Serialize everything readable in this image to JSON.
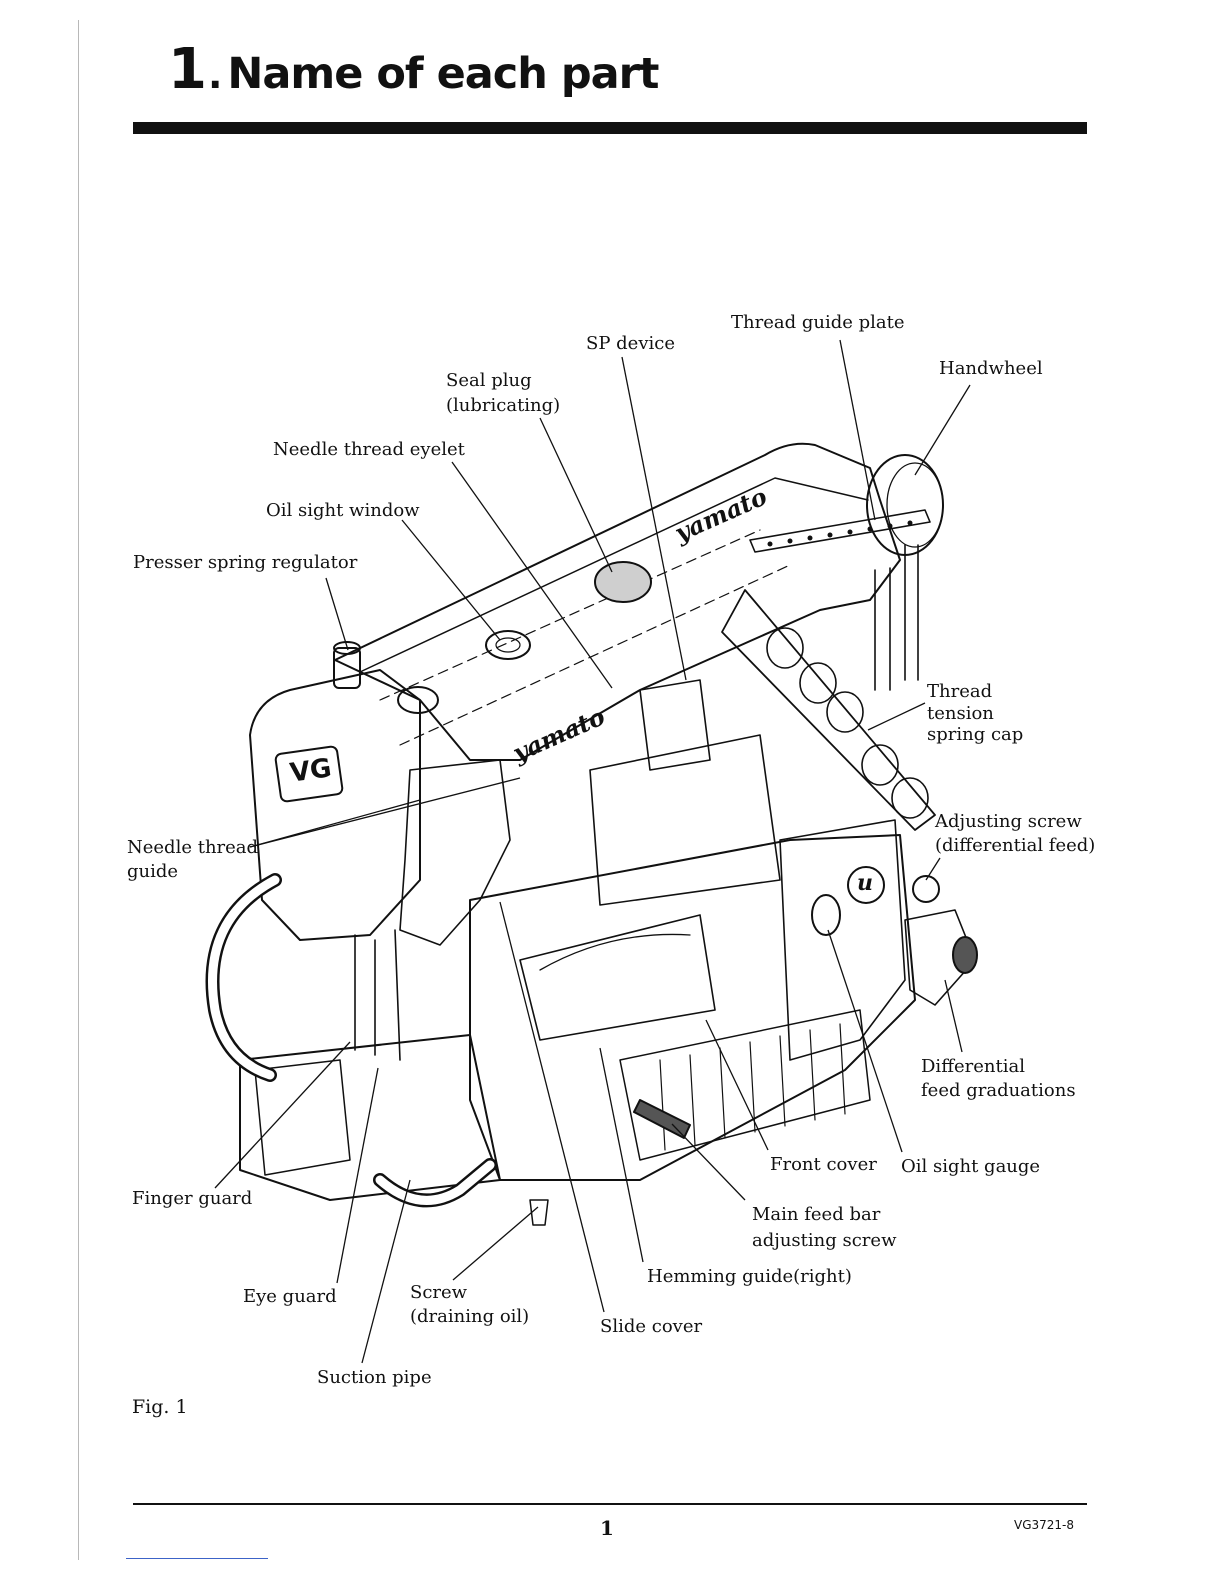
{
  "title": {
    "number": "1",
    "separator": ".",
    "text": "Name of each part"
  },
  "brand": {
    "badge": "VG",
    "logo": "yamato",
    "emblem": "u"
  },
  "labels": {
    "thread_guide_plate": "Thread guide plate",
    "sp_device": "SP device",
    "handwheel": "Handwheel",
    "seal_plug_1": "Seal plug",
    "seal_plug_2": "(lubricating)",
    "needle_thread_eyelet": "Needle thread eyelet",
    "oil_sight_window": "Oil sight window",
    "presser_spring_regulator": "Presser spring regulator",
    "thread_tension_1": "Thread",
    "thread_tension_2": "tension",
    "thread_tension_3": "spring cap",
    "adjusting_screw_1": "Adjusting screw",
    "adjusting_screw_2": "(differential feed)",
    "needle_thread_guide_1": "Needle thread",
    "needle_thread_guide_2": "guide",
    "differential_feed_1": "Differential",
    "differential_feed_2": "feed graduations",
    "front_cover": "Front cover",
    "oil_sight_gauge": "Oil sight gauge",
    "finger_guard": "Finger guard",
    "main_feed_bar_1": "Main feed bar",
    "main_feed_bar_2": "adjusting screw",
    "hemming_guide": "Hemming guide(right)",
    "eye_guard": "Eye guard",
    "screw_1": "Screw",
    "screw_2": "(draining oil)",
    "slide_cover": "Slide cover",
    "suction_pipe": "Suction pipe"
  },
  "figure_caption": "Fig. 1",
  "footer": {
    "page_number": "1",
    "doc_code": "VG3721-8"
  }
}
